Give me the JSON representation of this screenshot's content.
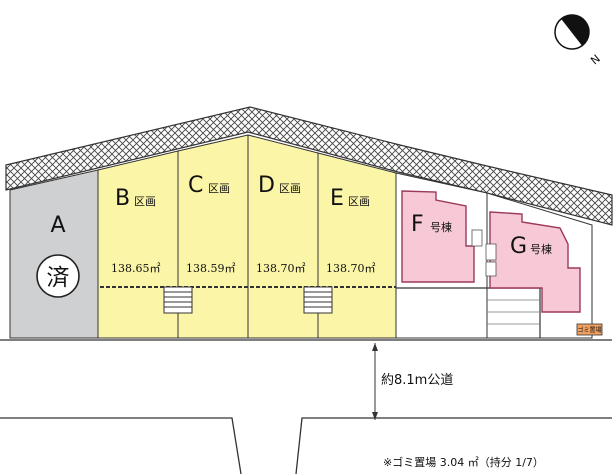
{
  "compass": {
    "north_label": "N"
  },
  "lots": [
    {
      "id": "A",
      "suffix": "",
      "area": "",
      "status": "済",
      "fill": "#cfd0d2"
    },
    {
      "id": "B",
      "suffix": "区画",
      "area": "138.65㎡",
      "fill": "#fbf5a8"
    },
    {
      "id": "C",
      "suffix": "区画",
      "area": "138.59㎡",
      "fill": "#fbf5a8"
    },
    {
      "id": "D",
      "suffix": "区画",
      "area": "138.70㎡",
      "fill": "#fbf5a8"
    },
    {
      "id": "E",
      "suffix": "区画",
      "area": "138.70㎡",
      "fill": "#fbf5a8"
    }
  ],
  "buildings": [
    {
      "id": "F",
      "suffix": "号棟",
      "fill": "#f7c9d6"
    },
    {
      "id": "G",
      "suffix": "号棟",
      "fill": "#f7c9d6"
    }
  ],
  "road": {
    "label": "約8.1m公道"
  },
  "garbage": {
    "label": "ゴミ置場"
  },
  "footnote": "※ゴミ置場 3.04 ㎡（持分 1/7）",
  "colors": {
    "lot_border": "#333333",
    "hedge": "#555555",
    "building_outline": "#9c3a5a"
  }
}
